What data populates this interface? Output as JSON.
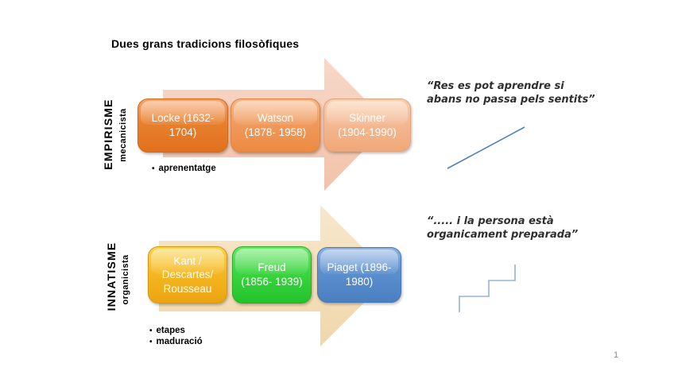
{
  "slide": {
    "title": "Dues grans tradicions filosòfiques",
    "page_number": "1"
  },
  "empirisme": {
    "axis_label": "EMPIRISME",
    "axis_sublabel": "mecanicista",
    "arrow_color": "#f5cbb7",
    "boxes": [
      {
        "name": "locke",
        "lines": [
          "Locke (1632-",
          "1704)"
        ],
        "color": "#e8802e"
      },
      {
        "name": "watson",
        "lines": [
          "Watson",
          "(1878- 1958)"
        ],
        "color": "#f09a5c"
      },
      {
        "name": "skinner",
        "lines": [
          "Skinner",
          "(1904-1990)"
        ],
        "color": "#f4b993"
      }
    ],
    "bullets": [
      {
        "marker": "•",
        "text": "aprenentatge"
      }
    ],
    "quote_lines": [
      "“Res es pot aprendre si",
      "abans no passa pels sentits”"
    ],
    "figure": "diagonal-rising-line",
    "figure_color": "#4f81bd"
  },
  "innatisme": {
    "axis_label": "INNATISME",
    "axis_sublabel": "organicista",
    "arrow_color": "#f3ddb9",
    "boxes": [
      {
        "name": "kant-descartes-rousseau",
        "lines": [
          "Kant /",
          "Descartes/",
          "Rousseau"
        ],
        "color": "#f5b822"
      },
      {
        "name": "freud",
        "lines": [
          "Freud",
          "(1856- 1939)"
        ],
        "color": "#3bd53f"
      },
      {
        "name": "piaget",
        "lines": [
          "Piaget (1896-",
          "1980)"
        ],
        "color": "#5b8fce"
      }
    ],
    "bullets": [
      {
        "marker": "•",
        "text": "etapes"
      },
      {
        "marker": "•",
        "text": "maduració"
      }
    ],
    "quote_lines": [
      "“..... i la persona està",
      "organicament preparada”"
    ],
    "figure": "staircase-steps-line",
    "figure_color": "#95b3d7"
  }
}
